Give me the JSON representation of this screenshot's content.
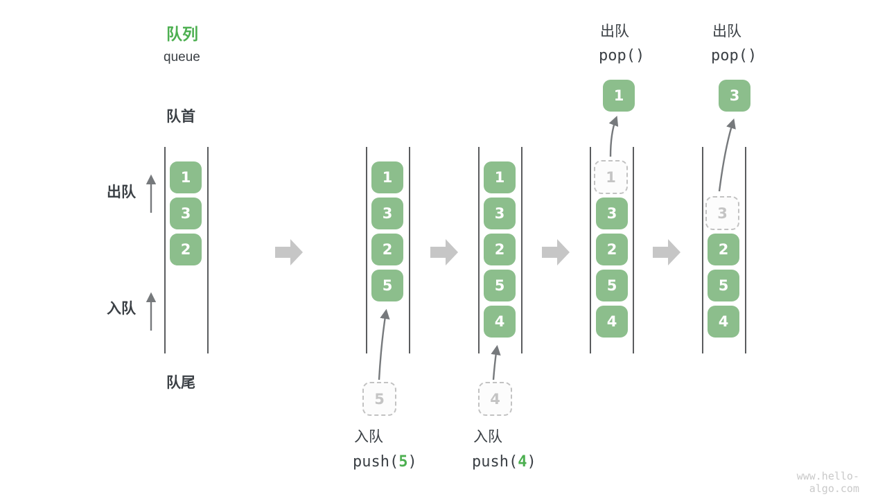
{
  "diagram": {
    "title_zh": "队列",
    "title_en": "queue",
    "front_label": "队首",
    "rear_label": "队尾",
    "dequeue_label": "出队",
    "enqueue_label": "入队",
    "watermark": "www.hello-algo.com"
  },
  "colors": {
    "element_green": "#8CBE8C",
    "accent_green": "#4CAF50",
    "label_dark": "#3B4045",
    "thin_arrow_gray": "#76797C",
    "block_arrow_gray": "#C6C6C6",
    "ghost_border_gray": "#C2C2C2",
    "ghost_text_gray": "#C4C4C4",
    "line_gray": "#5A5C5E",
    "watermark_gray": "#C9C9C9"
  },
  "states": [
    {
      "items": [
        "1",
        "3",
        "2"
      ]
    },
    {
      "items": [
        "1",
        "3",
        "2",
        "5"
      ],
      "ghost": "5",
      "op_label": "入队",
      "op_fn": "push(",
      "op_arg": "5",
      "op_end": ")"
    },
    {
      "items": [
        "1",
        "3",
        "2",
        "5",
        "4"
      ],
      "ghost": "4",
      "op_label": "入队",
      "op_fn": "push(",
      "op_arg": "4",
      "op_end": ")"
    },
    {
      "items": [
        "3",
        "2",
        "5",
        "4"
      ],
      "ghost": "1",
      "popped": "1",
      "op_label": "出队",
      "op_fn": "pop()"
    },
    {
      "items": [
        "2",
        "5",
        "4"
      ],
      "ghost": "3",
      "popped": "3",
      "op_label": "出队",
      "op_fn": "pop()"
    }
  ]
}
